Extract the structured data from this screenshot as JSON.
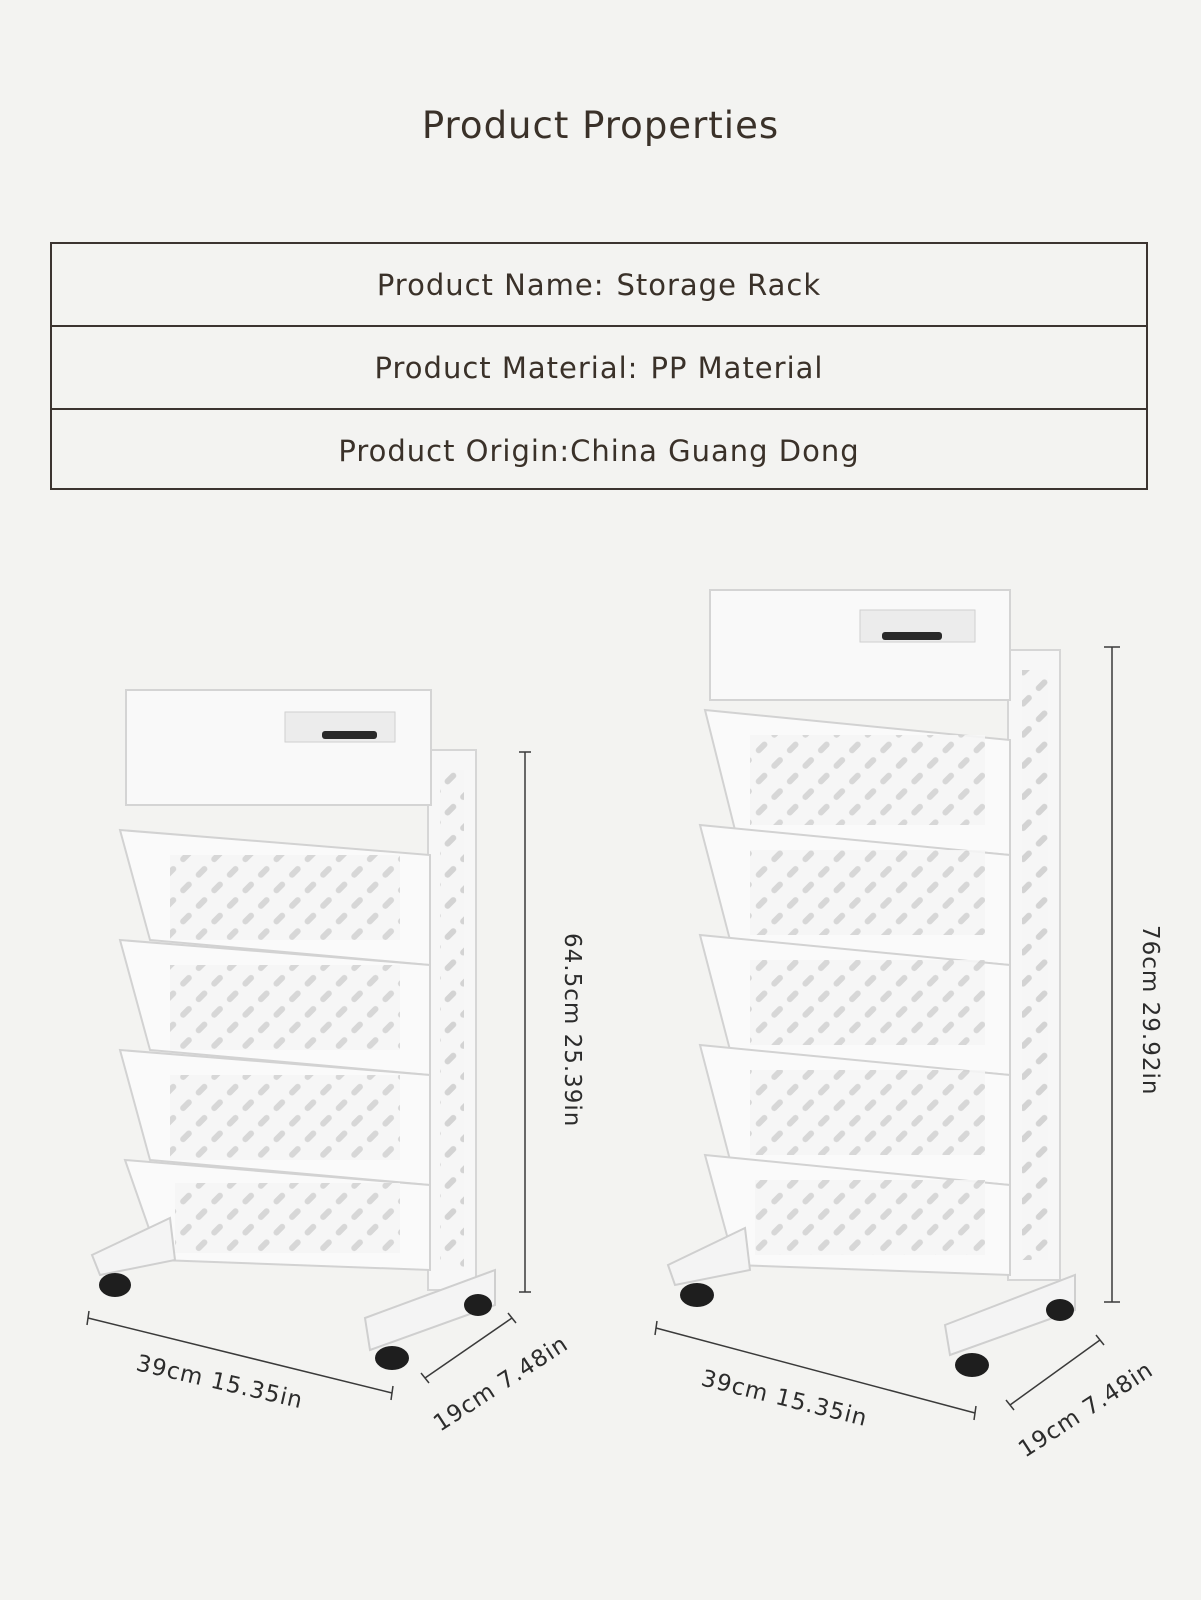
{
  "title": "Product Properties",
  "properties": [
    {
      "label": "Product Name:",
      "value": "Storage Rack"
    },
    {
      "label": "Product Material:",
      "value": "PP Material"
    },
    {
      "label": "Product Origin:",
      "value": "China Guang Dong"
    }
  ],
  "racks": [
    {
      "tiers": 4,
      "height": "64.5cm 25.39in",
      "width": "39cm 15.35in",
      "depth": "19cm 7.48in"
    },
    {
      "tiers": 5,
      "height": "76cm 29.92in",
      "width": "39cm 15.35in",
      "depth": "19cm 7.48in"
    }
  ],
  "colors": {
    "background": "#f3f3f1",
    "text": "#3a3129",
    "rack": "#fafafa",
    "wheel": "#1e1e1e"
  }
}
